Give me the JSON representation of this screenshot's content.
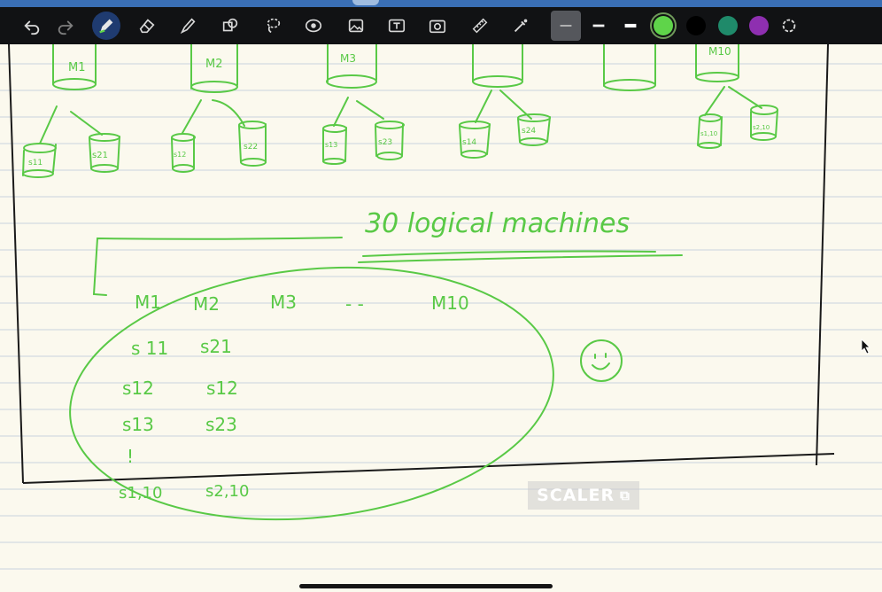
{
  "toolbar": {
    "tools": [
      {
        "name": "undo-icon"
      },
      {
        "name": "redo-icon"
      },
      {
        "name": "pen-icon",
        "active": true
      },
      {
        "name": "eraser-icon"
      },
      {
        "name": "highlighter-icon"
      },
      {
        "name": "shapes-icon"
      },
      {
        "name": "lasso-icon"
      },
      {
        "name": "sticker-icon"
      },
      {
        "name": "image-icon"
      },
      {
        "name": "textbox-icon"
      },
      {
        "name": "camera-icon"
      },
      {
        "name": "ruler-icon"
      },
      {
        "name": "laser-pointer-icon"
      }
    ],
    "stroke_widths": [
      "thin",
      "medium",
      "thick"
    ],
    "selected_stroke": "thin",
    "colors": [
      "#5fd44a",
      "#000000",
      "#1f8a6a",
      "#8e2fb0"
    ],
    "selected_color": "#5fd44a"
  },
  "canvas": {
    "ink_color": "#59c946",
    "border_ink": "#1a1a1a",
    "paper_color": "#fbf9ee",
    "rule_color": "#c9d3de",
    "machines": [
      "M1",
      "M2",
      "M3",
      "",
      "",
      "M10"
    ],
    "shards": [
      [
        "s11",
        "s21"
      ],
      [
        "s12",
        "s22"
      ],
      [
        "s13",
        "s23"
      ],
      [
        "s14",
        "s24"
      ],
      [
        "s1,10",
        "s2,10"
      ]
    ],
    "heading": "30 logical machines",
    "table": {
      "header": [
        "M1",
        "M2",
        "M3",
        "- -",
        "M10"
      ],
      "rows": [
        [
          "s 11",
          "s21"
        ],
        [
          "s12",
          "s12"
        ],
        [
          "s13",
          "s23"
        ],
        [
          "!",
          ""
        ],
        [
          "s1,10",
          "s2,10"
        ]
      ]
    },
    "smiley": "☺"
  },
  "watermark": "SCALER",
  "watermark_icon": "arrow-box-icon"
}
